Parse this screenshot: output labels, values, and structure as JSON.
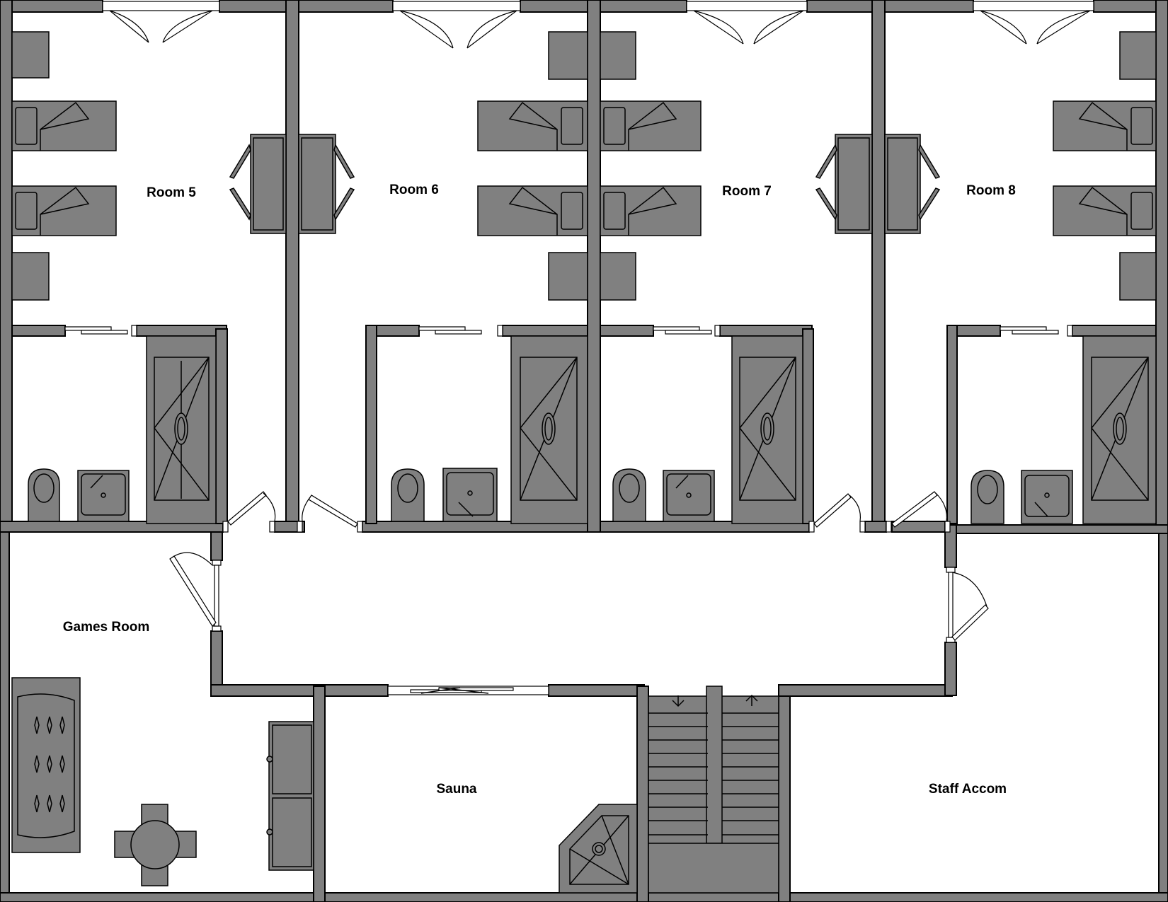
{
  "rooms": {
    "room5": "Room 5",
    "room6": "Room 6",
    "room7": "Room 7",
    "room8": "Room 8",
    "games": "Games Room",
    "sauna": "Sauna",
    "staff": "Staff Accom"
  },
  "colors": {
    "wall": "#808080",
    "outline": "#000000",
    "floor": "#ffffff"
  },
  "icons": {
    "stair_down": "arrow-down-icon",
    "stair_up": "arrow-up-icon",
    "table_ornaments": "diamond-star-icon"
  }
}
